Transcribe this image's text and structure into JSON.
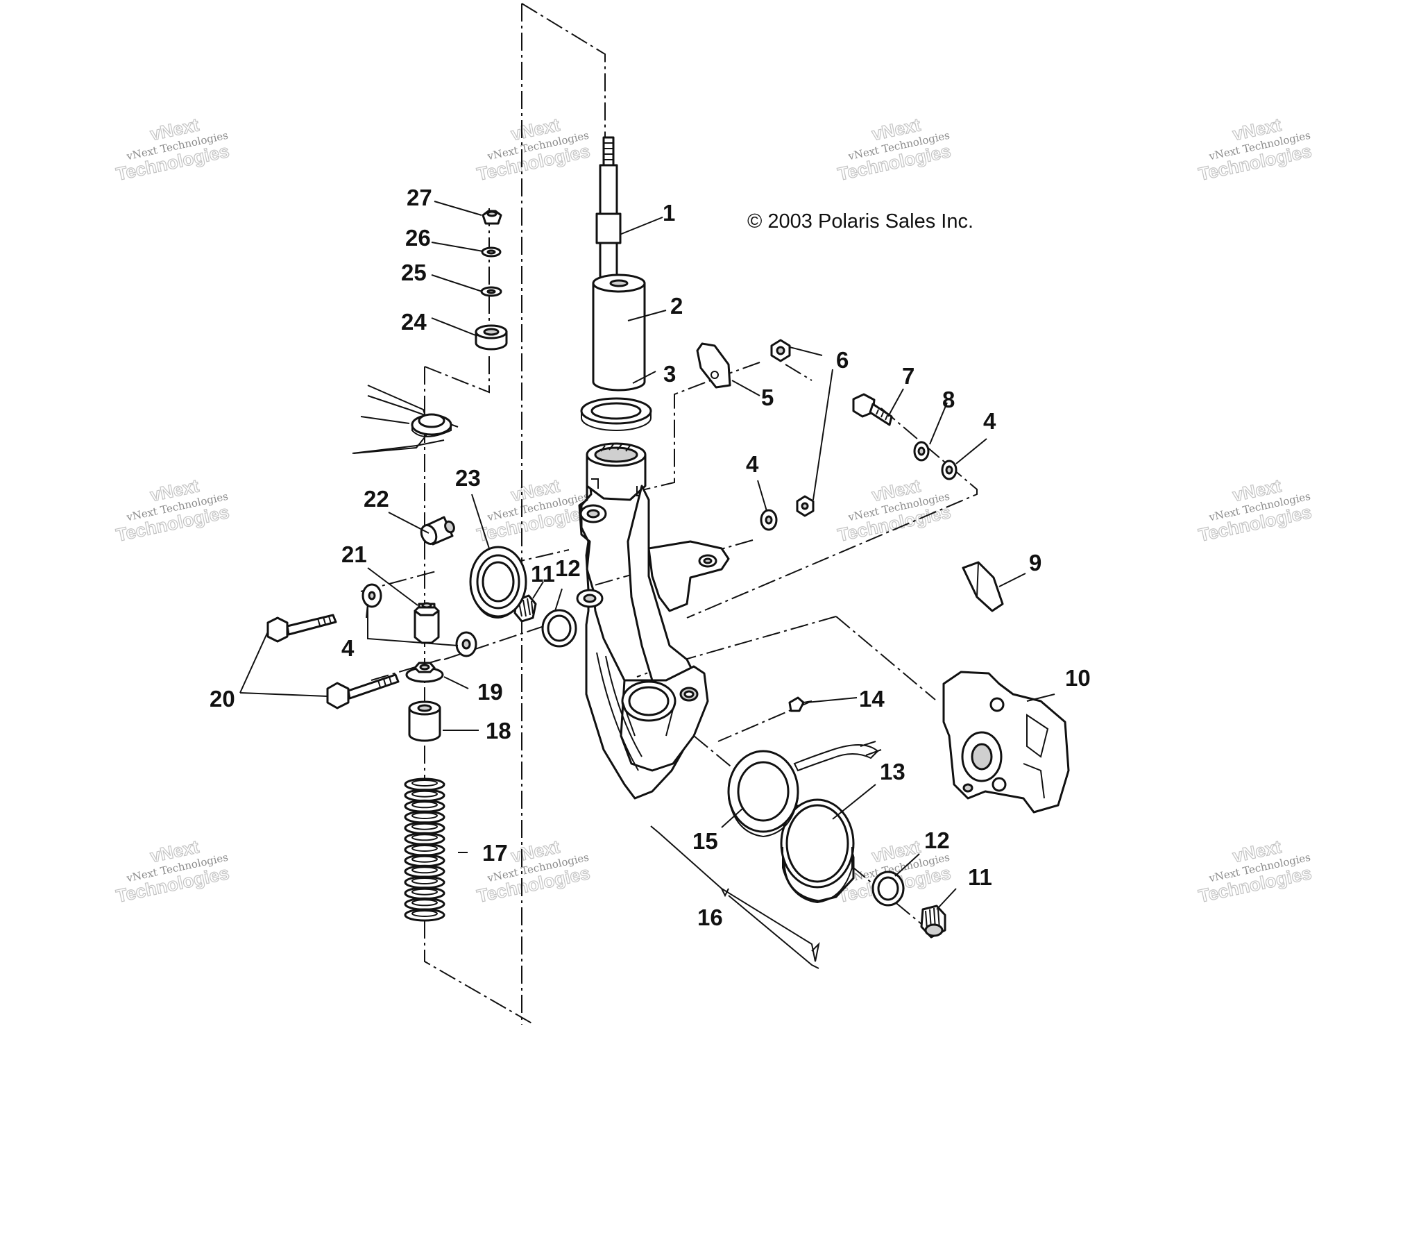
{
  "diagram": {
    "copyright": "© 2003 Polaris Sales Inc.",
    "watermark": {
      "line1": "vNext",
      "line2": "vNext Technologies",
      "line3": "Technologies",
      "color": "#c4c4c4"
    },
    "callouts": {
      "c1": "1",
      "c2": "2",
      "c3": "3",
      "c4a": "4",
      "c4b": "4",
      "c4c": "4",
      "c5": "5",
      "c6": "6",
      "c7": "7",
      "c8": "8",
      "c9": "9",
      "c10": "10",
      "c11a": "11",
      "c11b": "11",
      "c12a": "12",
      "c12b": "12",
      "c13": "13",
      "c14": "14",
      "c15": "15",
      "c16": "16",
      "c17": "17",
      "c18": "18",
      "c19": "19",
      "c20": "20",
      "c21": "21",
      "c22": "22",
      "c23": "23",
      "c24": "24",
      "c25": "25",
      "c26": "26",
      "c27": "27"
    }
  }
}
